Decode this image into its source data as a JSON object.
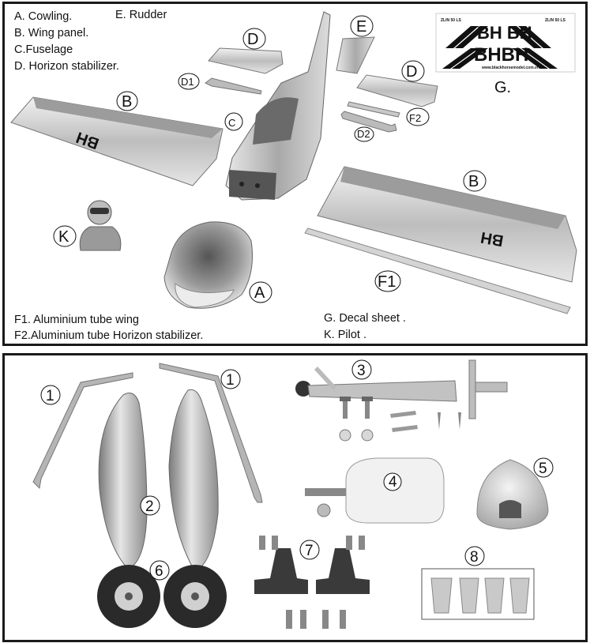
{
  "legend_top_left": [
    "A. Cowling.",
    "B. Wing panel.",
    "C.Fuselage",
    "D. Horizon stabilizer."
  ],
  "legend_rudder": "E. Rudder",
  "legend_bottom_left": [
    "F1. Aluminium tube wing",
    "F2.Aluminium tube Horizon stabilizer."
  ],
  "legend_bottom_right": [
    "G.  Decal sheet .",
    "K.  Pilot ."
  ],
  "part_labels": {
    "A": "A",
    "B_left": "B",
    "B_right": "B",
    "C": "C",
    "D_left": "D",
    "D_right": "D",
    "D1": "D1",
    "D2": "D2",
    "E": "E",
    "F1": "F1",
    "F2": "F2",
    "G": "G.",
    "K": "K"
  },
  "wing_marking": "BH",
  "decal": {
    "model_left": "ZLIN 50 LS",
    "model_right": "ZLIN 50 LS",
    "logo_top": "BH BH",
    "logo_bottom": "BHBH",
    "website": "www.blackhorsemodel.com.vn"
  },
  "callouts": [
    "1",
    "1",
    "2",
    "3",
    "4",
    "5",
    "6",
    "7",
    "8"
  ],
  "colors": {
    "border": "#1a1a1a",
    "silver": "#c8c8c8",
    "gray": "#8a8a8a",
    "dark": "#3a3a3a"
  }
}
